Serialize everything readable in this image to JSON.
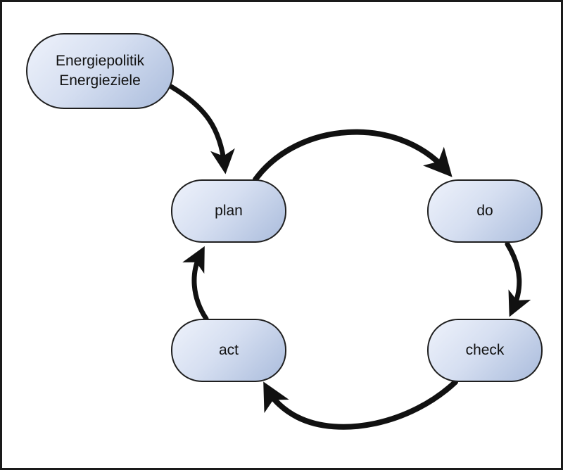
{
  "nodes": {
    "policy": {
      "line1": "Energiepolitik",
      "line2": "Energieziele"
    },
    "plan": {
      "label": "plan"
    },
    "do": {
      "label": "do"
    },
    "check": {
      "label": "check"
    },
    "act": {
      "label": "act"
    }
  },
  "edges": [
    {
      "from": "policy",
      "to": "plan"
    },
    {
      "from": "plan",
      "to": "do"
    },
    {
      "from": "do",
      "to": "check"
    },
    {
      "from": "check",
      "to": "act"
    },
    {
      "from": "act",
      "to": "plan"
    }
  ],
  "colors": {
    "node_fill_light": "#eef2fb",
    "node_fill_dark": "#aabcdc",
    "stroke": "#111111",
    "frame_border": "#1a1a1a"
  }
}
